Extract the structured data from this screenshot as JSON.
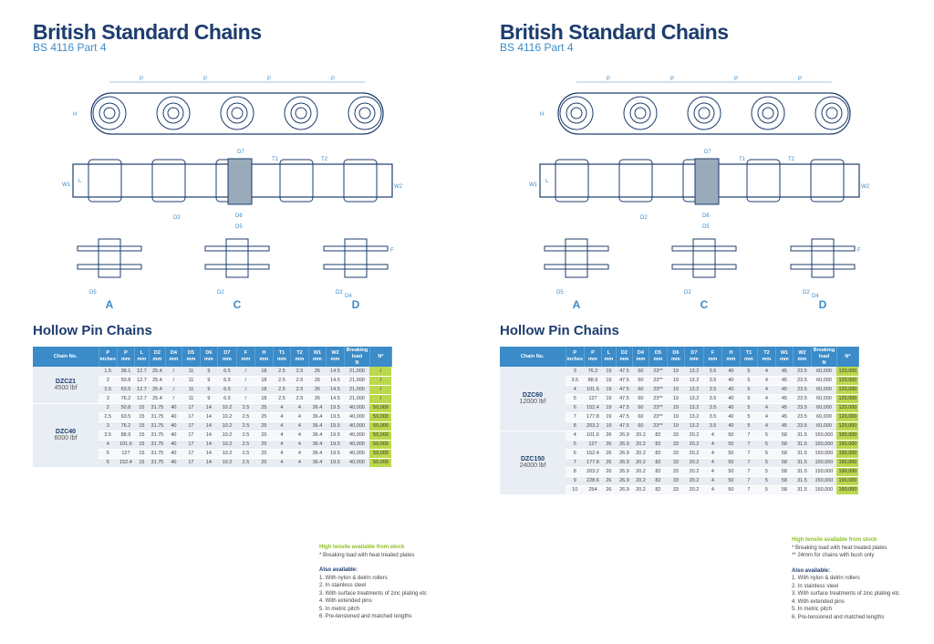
{
  "left": {
    "title": "British Standard Chains",
    "subtitle": "BS 4116 Part 4",
    "section_title": "Hollow Pin Chains",
    "headers": [
      {
        "l1": "Chain No.",
        "l2": ""
      },
      {
        "l1": "P",
        "l2": "inches"
      },
      {
        "l1": "P",
        "l2": "mm"
      },
      {
        "l1": "L",
        "l2": "mm"
      },
      {
        "l1": "D2",
        "l2": "mm"
      },
      {
        "l1": "D4",
        "l2": "mm"
      },
      {
        "l1": "D5",
        "l2": "mm"
      },
      {
        "l1": "D6",
        "l2": "mm"
      },
      {
        "l1": "D7",
        "l2": "mm"
      },
      {
        "l1": "F",
        "l2": "mm"
      },
      {
        "l1": "H",
        "l2": "mm"
      },
      {
        "l1": "T1",
        "l2": "mm"
      },
      {
        "l1": "T2",
        "l2": "mm"
      },
      {
        "l1": "W1",
        "l2": "mm"
      },
      {
        "l1": "W2",
        "l2": "mm"
      },
      {
        "l1": "Breaking load",
        "l2": "N"
      },
      {
        "l1": "",
        "l2": "N*"
      }
    ],
    "groups": [
      {
        "name": "DZC21",
        "sub": "4500 lbf",
        "rows": [
          [
            "1.5",
            "38.1",
            "12.7",
            "25.4",
            "/",
            "11",
            "9",
            "6.5",
            "/",
            "18",
            "2.5",
            "2.5",
            "26",
            "14.5",
            "21,000",
            "/"
          ],
          [
            "2",
            "50.8",
            "12.7",
            "25.4",
            "/",
            "11",
            "9",
            "6.5",
            "/",
            "18",
            "2.5",
            "2.5",
            "26",
            "14.5",
            "21,000",
            "/"
          ],
          [
            "2.5",
            "63.5",
            "12.7",
            "25.4",
            "/",
            "11",
            "9",
            "6.5",
            "/",
            "18",
            "2.5",
            "2.5",
            "26",
            "14.5",
            "21,000",
            "/"
          ],
          [
            "3",
            "76.2",
            "12.7",
            "25.4",
            "/",
            "11",
            "9",
            "6.5",
            "/",
            "18",
            "2.5",
            "2.5",
            "26",
            "14.5",
            "21,000",
            "/"
          ]
        ]
      },
      {
        "name": "DZC40",
        "sub": "6000 lbf",
        "rows": [
          [
            "2",
            "50.8",
            "15",
            "31.75",
            "40",
            "17",
            "14",
            "10.2",
            "2.5",
            "25",
            "4",
            "4",
            "36.4",
            "19.5",
            "40,000",
            "50,000"
          ],
          [
            "2.5",
            "63.5",
            "15",
            "31.75",
            "40",
            "17",
            "14",
            "10.2",
            "2.5",
            "25",
            "4",
            "4",
            "36.4",
            "19.5",
            "40,000",
            "50,000"
          ],
          [
            "3",
            "76.2",
            "15",
            "31.75",
            "40",
            "17",
            "14",
            "10.2",
            "2.5",
            "25",
            "4",
            "4",
            "36.4",
            "19.5",
            "40,000",
            "50,000"
          ],
          [
            "3.5",
            "88.9",
            "15",
            "31.75",
            "40",
            "17",
            "14",
            "10.2",
            "2.5",
            "25",
            "4",
            "4",
            "36.4",
            "19.5",
            "40,000",
            "50,000"
          ],
          [
            "4",
            "101.6",
            "15",
            "31.75",
            "40",
            "17",
            "14",
            "10.2",
            "2.5",
            "25",
            "4",
            "4",
            "36.4",
            "19.5",
            "40,000",
            "50,000"
          ],
          [
            "5",
            "127",
            "15",
            "31.75",
            "40",
            "17",
            "14",
            "10.2",
            "2.5",
            "25",
            "4",
            "4",
            "36.4",
            "19.5",
            "40,000",
            "50,000"
          ],
          [
            "6",
            "152.4",
            "15",
            "31.75",
            "40",
            "17",
            "14",
            "10.2",
            "2.5",
            "25",
            "4",
            "4",
            "36.4",
            "19.5",
            "40,000",
            "50,000"
          ]
        ]
      }
    ],
    "notes_highlight": "High tensile available from stock",
    "notes_lines": [
      "* Breaking load with heat treated plates"
    ],
    "also_title": "Also available:",
    "also_items": [
      "1. With nylon & delrin rollers",
      "2. In stainless steel",
      "3. With surface treatments of zinc plating etc",
      "4. With extended pins",
      "5. In metric pitch",
      "6. Pre-tensioned and matched lengths"
    ]
  },
  "right": {
    "title": "British Standard Chains",
    "subtitle": "BS 4116 Part 4",
    "section_title": "Hollow Pin Chains",
    "headers": [
      {
        "l1": "Chain No.",
        "l2": ""
      },
      {
        "l1": "P",
        "l2": "inches"
      },
      {
        "l1": "P",
        "l2": "mm"
      },
      {
        "l1": "L",
        "l2": "mm"
      },
      {
        "l1": "D2",
        "l2": "mm"
      },
      {
        "l1": "D4",
        "l2": "mm"
      },
      {
        "l1": "D5",
        "l2": "mm"
      },
      {
        "l1": "D6",
        "l2": "mm"
      },
      {
        "l1": "D7",
        "l2": "mm"
      },
      {
        "l1": "F",
        "l2": "mm"
      },
      {
        "l1": "H",
        "l2": "mm"
      },
      {
        "l1": "T1",
        "l2": "mm"
      },
      {
        "l1": "T2",
        "l2": "mm"
      },
      {
        "l1": "W1",
        "l2": "mm"
      },
      {
        "l1": "W2",
        "l2": "mm"
      },
      {
        "l1": "Breaking load",
        "l2": "N"
      },
      {
        "l1": "",
        "l2": "N*"
      }
    ],
    "groups": [
      {
        "name": "DZC60",
        "sub": "12000 lbf",
        "rows": [
          [
            "3",
            "76.2",
            "19",
            "47.5",
            "60",
            "23**",
            "19",
            "13.2",
            "3.5",
            "40",
            "5",
            "4",
            "45",
            "23.5",
            "60,000",
            "120,000"
          ],
          [
            "3.5",
            "88.9",
            "19",
            "47.5",
            "60",
            "23**",
            "19",
            "13.2",
            "3.5",
            "40",
            "5",
            "4",
            "45",
            "23.5",
            "60,000",
            "120,000"
          ],
          [
            "4",
            "101.6",
            "19",
            "47.5",
            "60",
            "23**",
            "19",
            "13.2",
            "3.5",
            "40",
            "5",
            "4",
            "45",
            "23.5",
            "60,000",
            "120,000"
          ],
          [
            "5",
            "127",
            "19",
            "47.5",
            "60",
            "23**",
            "19",
            "13.2",
            "3.5",
            "40",
            "5",
            "4",
            "45",
            "23.5",
            "60,000",
            "120,000"
          ],
          [
            "6",
            "152.4",
            "19",
            "47.5",
            "60",
            "23**",
            "19",
            "13.2",
            "3.5",
            "40",
            "5",
            "4",
            "45",
            "23.5",
            "60,000",
            "120,000"
          ],
          [
            "7",
            "177.8",
            "19",
            "47.5",
            "60",
            "23**",
            "19",
            "13.2",
            "3.5",
            "40",
            "5",
            "4",
            "45",
            "23.5",
            "60,000",
            "120,000"
          ],
          [
            "8",
            "203.2",
            "19",
            "47.5",
            "60",
            "23**",
            "19",
            "13.2",
            "3.5",
            "40",
            "5",
            "4",
            "45",
            "23.5",
            "60,000",
            "120,000"
          ]
        ]
      },
      {
        "name": "DZC150",
        "sub": "24000 lbf",
        "rows": [
          [
            "4",
            "101.6",
            "26",
            "26.9",
            "20.2",
            "82",
            "33",
            "20.2",
            "4",
            "50",
            "7",
            "5",
            "58",
            "31.5",
            "150,000",
            "190,000"
          ],
          [
            "5",
            "127",
            "26",
            "26.9",
            "20.2",
            "82",
            "33",
            "20.2",
            "4",
            "50",
            "7",
            "5",
            "58",
            "31.5",
            "150,000",
            "190,000"
          ],
          [
            "6",
            "152.4",
            "26",
            "26.9",
            "20.2",
            "82",
            "33",
            "20.2",
            "4",
            "50",
            "7",
            "5",
            "58",
            "31.5",
            "150,000",
            "190,000"
          ],
          [
            "7",
            "177.8",
            "26",
            "26.9",
            "20.2",
            "82",
            "33",
            "20.2",
            "4",
            "50",
            "7",
            "5",
            "58",
            "31.5",
            "150,000",
            "190,000"
          ],
          [
            "8",
            "203.2",
            "26",
            "26.9",
            "20.2",
            "82",
            "33",
            "20.2",
            "4",
            "50",
            "7",
            "5",
            "58",
            "31.5",
            "150,000",
            "190,000"
          ],
          [
            "9",
            "228.6",
            "26",
            "26.9",
            "20.2",
            "82",
            "33",
            "20.2",
            "4",
            "50",
            "7",
            "5",
            "58",
            "31.5",
            "150,000",
            "190,000"
          ],
          [
            "10",
            "254",
            "26",
            "26.9",
            "20.2",
            "82",
            "33",
            "20.2",
            "4",
            "50",
            "7",
            "5",
            "58",
            "31.5",
            "150,000",
            "190,000"
          ]
        ]
      }
    ],
    "notes_highlight": "High tensile available from stock",
    "notes_lines": [
      "* Breaking load with heat treated plates",
      "** 24mm for chains with bush only"
    ],
    "also_title": "Also available:",
    "also_items": [
      "1. With nylon & delrin rollers",
      "2. In stainless steel",
      "3. With surface treatments of zinc plating etc",
      "4. With extended pins",
      "5. In metric pitch",
      "6. Pre-tensioned and matched lengths"
    ]
  },
  "diagram_labels": {
    "p": "P",
    "h": "H",
    "d7": "D7",
    "t1": "T1",
    "t2": "T2",
    "w1": "W1",
    "w2": "W2",
    "l": "L",
    "d2": "D2",
    "d6": "D6",
    "d5": "D5",
    "f": "F",
    "d4": "D4",
    "a": "A",
    "c": "C",
    "d": "D"
  },
  "colors": {
    "title": "#1d3d6e",
    "accent": "#3b8bc9",
    "highlight": "#bcd84c",
    "note_green": "#8cbf26"
  }
}
